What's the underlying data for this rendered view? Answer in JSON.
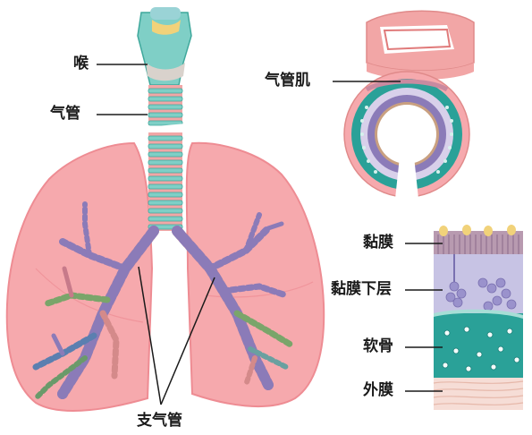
{
  "labels": {
    "larynx": "喉",
    "trachea": "气管",
    "trachealis": "气管肌",
    "bronchi": "支气管",
    "mucosa": "黏膜",
    "submucosa": "黏膜下层",
    "cartilage": "软骨",
    "adventitia": "外膜"
  },
  "colors": {
    "lung": "#f6a9ad",
    "lung_dark": "#ee8c93",
    "cartilage_teal": "#7fcfc6",
    "trachea_pink": "#f2a6a6",
    "muscle_teal": "#2aa198",
    "purple": "#8b7bb8",
    "submucosa_blue": "#c7c3e4",
    "yellow": "#f1d27a"
  },
  "icons": [
    "lungs-illustration",
    "trachea-cross-section",
    "airway-wall-layers"
  ]
}
